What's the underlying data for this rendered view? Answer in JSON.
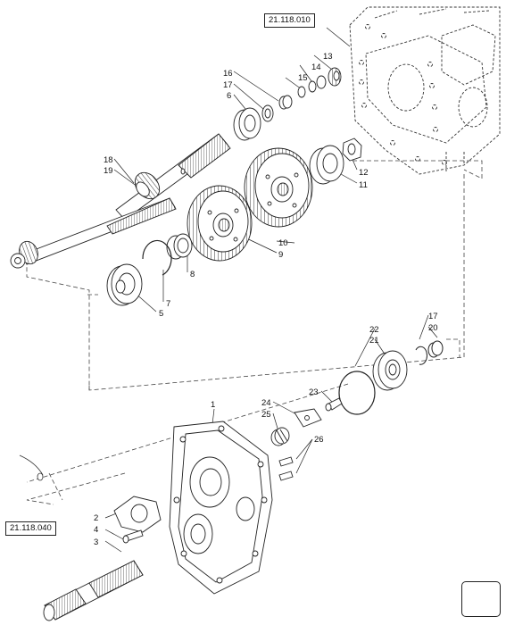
{
  "references": {
    "top_ref": "21.118.010",
    "left_ref": "21.118.040"
  },
  "callouts": [
    "1",
    "2",
    "3",
    "4",
    "5",
    "6",
    "7",
    "8",
    "9",
    "10",
    "11",
    "12",
    "13",
    "14",
    "15",
    "16",
    "17",
    "17",
    "18",
    "19",
    "20",
    "21",
    "22",
    "23",
    "24",
    "25",
    "26"
  ],
  "nav_icon": "next-page-arrow-icon",
  "colors": {
    "line": "#222222",
    "dash": "#555555",
    "background": "#ffffff"
  }
}
